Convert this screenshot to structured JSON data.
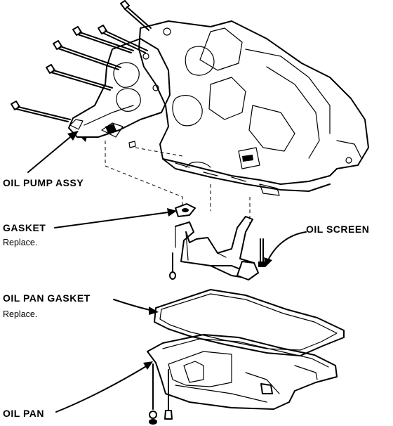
{
  "labels": {
    "oil_pump_assy": "OIL PUMP ASSY",
    "gasket": "GASKET",
    "gasket_note": "Replace.",
    "oil_screen": "OIL SCREEN",
    "oil_pan_gasket": "OIL PAN GASKET",
    "oil_pan_gasket_note": "Replace.",
    "oil_pan": "OIL PAN"
  }
}
